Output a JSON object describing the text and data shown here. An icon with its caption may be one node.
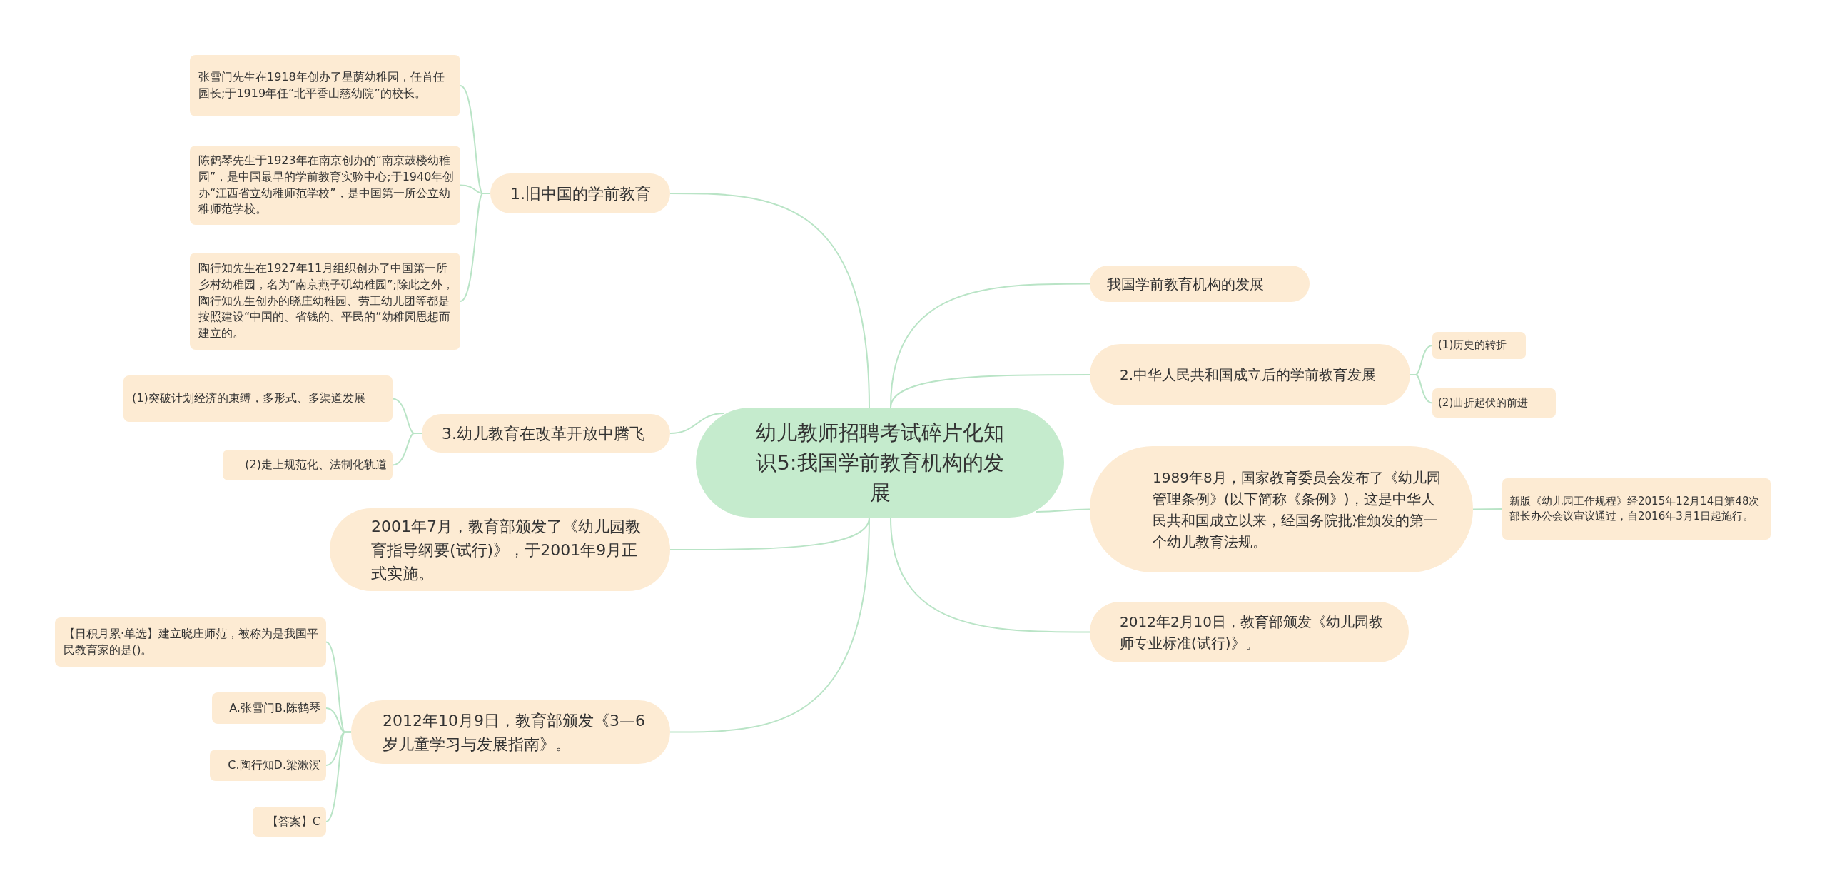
{
  "diagram": {
    "nodes": [
      {
        "text": [
          "幼儿教师招聘考试碎片化知识5:我国学前教育机构的发展"
        ]
      },
      {
        "text": [
          "1.旧中国的学前教育"
        ]
      },
      {
        "text": [
          "张雪门先生在1918年创办了星荫幼稚园，任首任园长;于1919年任“北平香山慈幼院”的校长。"
        ]
      },
      {
        "text": [
          "陈鹤琴先生于1923年在南京创办的“南京鼓楼幼稚园”，是中国最早的学前教育实验中心;于1940年创办“江西省立幼稚师范学校”，是中国第一所公立幼稚师范学校。"
        ]
      },
      {
        "text": [
          "陶行知先生在1927年11月组织创办了中国第一所乡村幼稚园，名为“南京燕子矶幼稚园”;除此之外，陶行知先生创办的晓庄幼稚园、劳工幼儿团等都是按照建设“中国的、省钱的、平民的”幼稚园思想而建立的。"
        ]
      },
      {
        "text": [
          "3.幼儿教育在改革开放中腾飞"
        ]
      },
      {
        "text": [
          "(1)突破计划经济的束缚，多形式、多渠道发展"
        ]
      },
      {
        "text": [
          "(2)走上规范化、法制化轨道"
        ]
      },
      {
        "text": [
          "2001年7月，教育部颁发了《幼儿园教育指导纲要(试行)》，于2001年9月正式实施。"
        ]
      },
      {
        "text": [
          "2012年10月9日，教育部颁发《3—6岁儿童学习与发展指南》。"
        ]
      },
      {
        "text": [
          "【日积月累·单选】建立晓庄师范，被称为是我国平民教育家的是()。"
        ]
      },
      {
        "text": [
          "A.张雪门B.陈鹤琴"
        ]
      },
      {
        "text": [
          "C.陶行知D.梁漱溟"
        ]
      },
      {
        "text": [
          "【答案】C"
        ]
      },
      {
        "text": [
          "我国学前教育机构的发展"
        ]
      },
      {
        "text": [
          "2.中华人民共和国成立后的学前教育发展"
        ]
      },
      {
        "text": [
          "(1)历史的转折"
        ]
      },
      {
        "text": [
          "(2)曲折起伏的前进"
        ]
      },
      {
        "text": [
          "1989年8月，国家教育委员会发布了《幼儿园管理条例》(以下简称《条例》)，这是中华人民共和国成立以来，经国务院批准颁发的第一个幼儿教育法规。"
        ]
      },
      {
        "text": [
          "新版《幼儿园工作规程》经2015年12月14日第48次部长办公会议审议通过，自2016年3月1日起施行。"
        ]
      },
      {
        "text": [
          "2012年2月10日，教育部颁发《幼儿园教师专业标准(试行)》。"
        ]
      }
    ],
    "edges": [
      {
        "from": 0,
        "to": 1,
        "arrow": "none"
      },
      {
        "from": 1,
        "to": 2,
        "arrow": "none"
      },
      {
        "from": 1,
        "to": 3,
        "arrow": "none"
      },
      {
        "from": 1,
        "to": 4,
        "arrow": "none"
      },
      {
        "from": 0,
        "to": 5,
        "arrow": "none"
      },
      {
        "from": 5,
        "to": 6,
        "arrow": "none"
      },
      {
        "from": 5,
        "to": 7,
        "arrow": "none"
      },
      {
        "from": 0,
        "to": 8,
        "arrow": "none"
      },
      {
        "from": 0,
        "to": 9,
        "arrow": "none"
      },
      {
        "from": 9,
        "to": 10,
        "arrow": "none"
      },
      {
        "from": 9,
        "to": 11,
        "arrow": "none"
      },
      {
        "from": 9,
        "to": 12,
        "arrow": "none"
      },
      {
        "from": 9,
        "to": 13,
        "arrow": "none"
      },
      {
        "from": 0,
        "to": 14,
        "arrow": "none"
      },
      {
        "from": 0,
        "to": 15,
        "arrow": "none"
      },
      {
        "from": 15,
        "to": 16,
        "arrow": "none"
      },
      {
        "from": 15,
        "to": 17,
        "arrow": "none"
      },
      {
        "from": 0,
        "to": 18,
        "arrow": "none"
      },
      {
        "from": 18,
        "to": 19,
        "arrow": "none"
      },
      {
        "from": 0,
        "to": 20,
        "arrow": "none"
      }
    ]
  }
}
